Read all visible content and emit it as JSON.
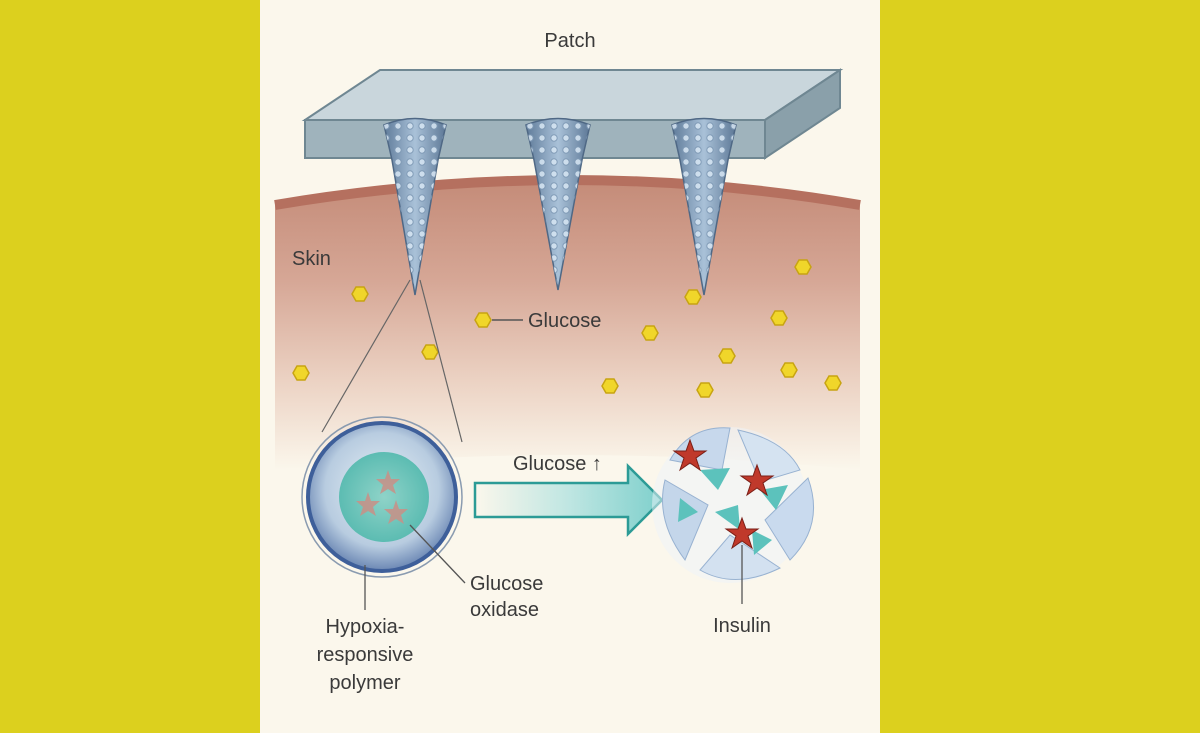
{
  "labels": {
    "patch": "Patch",
    "skin": "Skin",
    "glucose": "Glucose",
    "glucose_up": "Glucose ↑",
    "glucose_oxidase_1": "Glucose",
    "glucose_oxidase_2": "oxidase",
    "hypoxia_1": "Hypoxia-",
    "hypoxia_2": "responsive",
    "hypoxia_3": "polymer",
    "insulin": "Insulin"
  },
  "colors": {
    "background": "#dcd01e",
    "panel": "#fbf7ec",
    "skin": "#cd9a88",
    "patch": "#9fb3bc",
    "glucose": "#f0d62a",
    "insulin": "#c0392b",
    "arrow": "#7fd0cc"
  }
}
